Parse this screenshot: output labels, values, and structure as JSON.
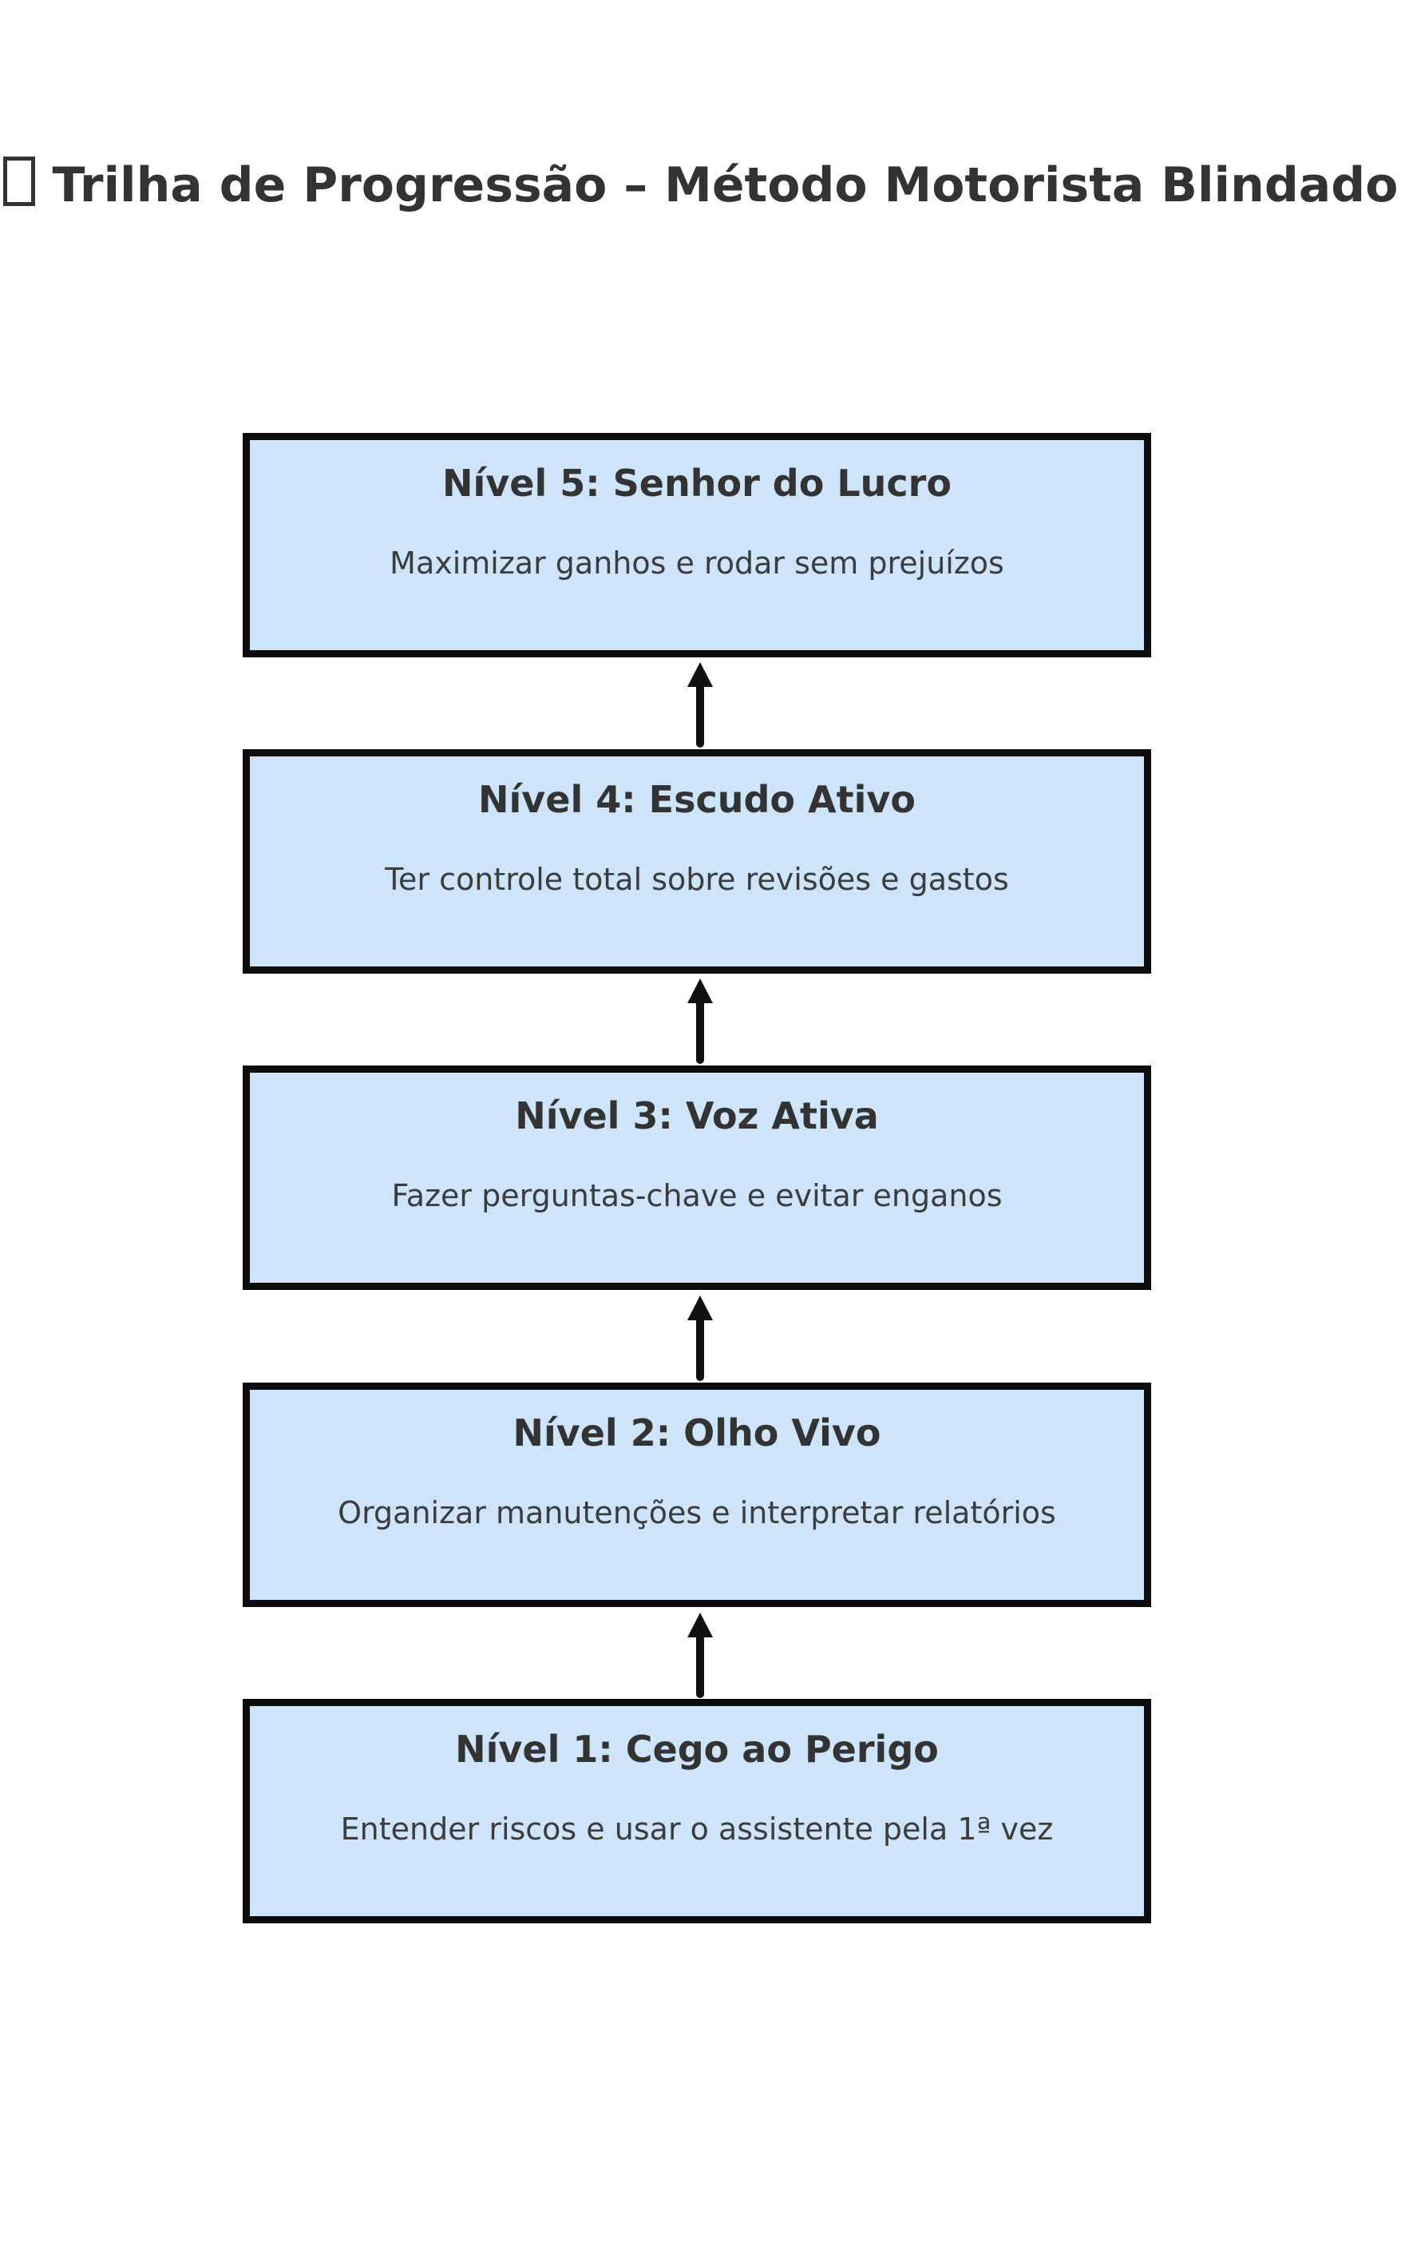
{
  "page": {
    "title": "Trilha de Progressão – Método Motorista Blindado",
    "title_icon": "missing-glyph-box",
    "background_color": "#ffffff"
  },
  "diagram": {
    "box_fill_color": "#cde4fa",
    "box_border_color": "#0d0d0d",
    "heading_text_color": "#333333",
    "description_text_color": "#3c3c3c",
    "arrow_color": "#111111",
    "flow_direction": "bottom-to-top",
    "boxes": [
      {
        "heading": "Nível 5: Senhor do Lucro",
        "description": "Maximizar ganhos e rodar sem prejuízos"
      },
      {
        "heading": "Nível 4: Escudo Ativo",
        "description": "Ter controle total sobre revisões e gastos"
      },
      {
        "heading": "Nível 3: Voz Ativa",
        "description": "Fazer perguntas-chave e evitar enganos"
      },
      {
        "heading": "Nível 2: Olho Vivo",
        "description": "Organizar manutenções e interpretar relatórios"
      },
      {
        "heading": "Nível 1: Cego ao Perigo",
        "description": "Entender riscos e usar o assistente pela 1ª vez"
      }
    ]
  }
}
